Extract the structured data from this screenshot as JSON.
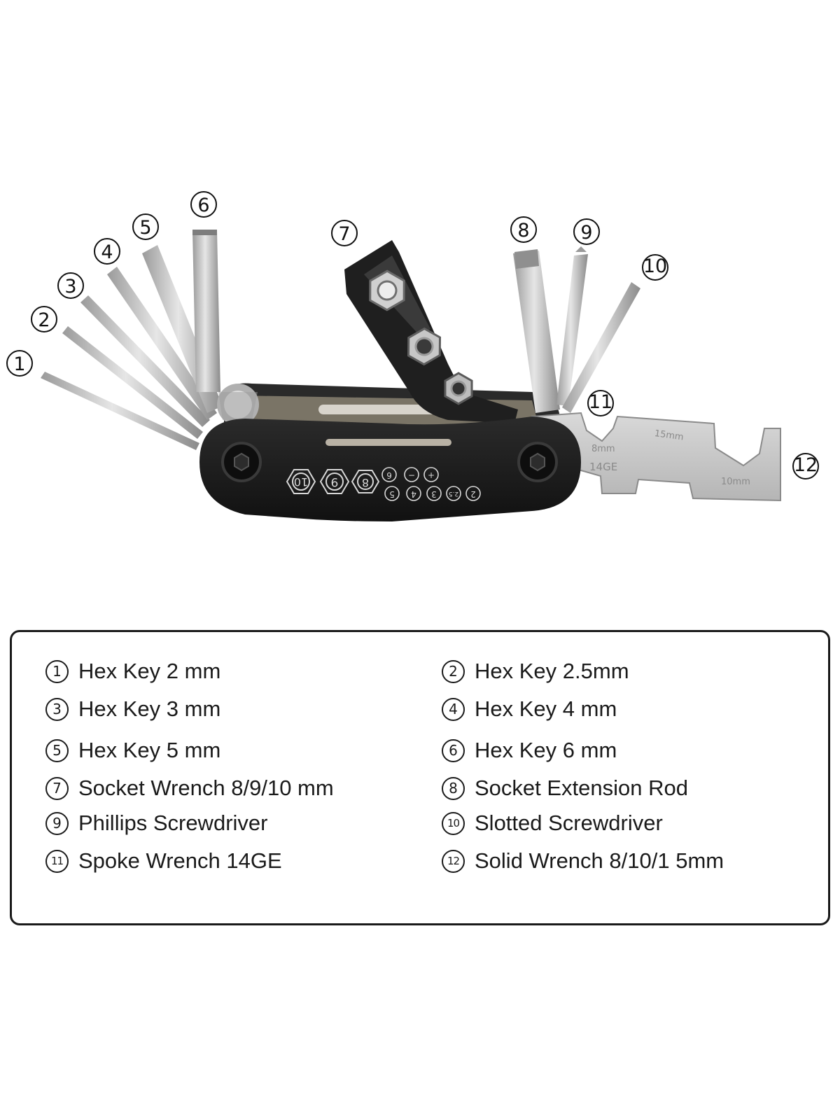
{
  "callouts": [
    "1",
    "2",
    "3",
    "4",
    "5",
    "6",
    "7",
    "8",
    "9",
    "10",
    "11",
    "12"
  ],
  "tool_markings": {
    "socket_sizes": [
      "10",
      "9",
      "8"
    ],
    "small_sizes": [
      "6",
      "−",
      "+",
      "2",
      "2.5",
      "3",
      "4",
      "5"
    ],
    "wrench_labels": [
      "15mm",
      "14GE",
      "10mm",
      "8mm"
    ]
  },
  "legend": {
    "items": [
      {
        "num": "1",
        "label": "Hex Key 2 mm"
      },
      {
        "num": "2",
        "label": "Hex Key 2.5mm"
      },
      {
        "num": "3",
        "label": "Hex Key 3 mm"
      },
      {
        "num": "4",
        "label": "Hex Key 4 mm"
      },
      {
        "num": "5",
        "label": "Hex Key 5 mm"
      },
      {
        "num": "6",
        "label": "Hex Key 6 mm"
      },
      {
        "num": "7",
        "label": "Socket Wrench 8/9/10 mm"
      },
      {
        "num": "8",
        "label": "Socket Extension Rod"
      },
      {
        "num": "9",
        "label": "Phillips Screwdriver"
      },
      {
        "num": "10",
        "label": "Slotted Screwdriver"
      },
      {
        "num": "11",
        "label": "Spoke Wrench 14GE"
      },
      {
        "num": "12",
        "label": "Solid Wrench 8/10/1 5mm"
      }
    ]
  },
  "colors": {
    "body": "#1b1b1b",
    "steel": "#c9c9c9",
    "steel_dark": "#8d8d8d",
    "border": "#1a1a1a"
  }
}
